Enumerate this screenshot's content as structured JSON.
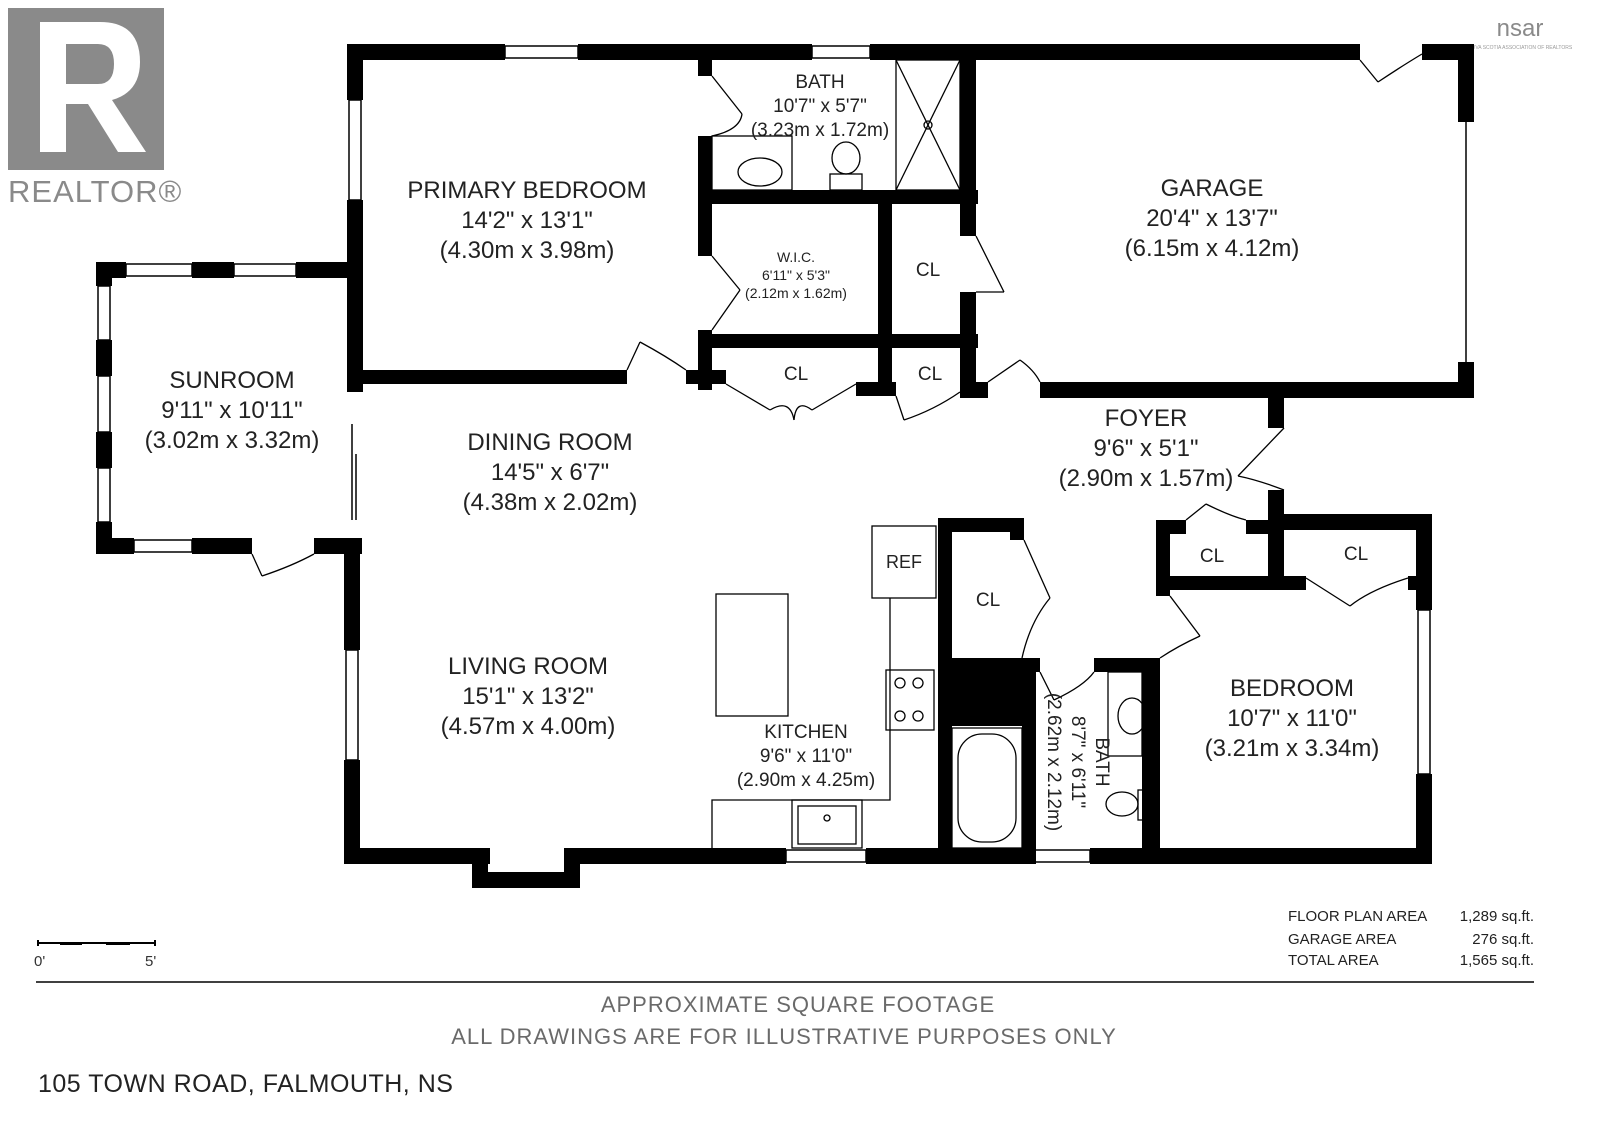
{
  "branding": {
    "realtor_text": "REALTOR®",
    "nsar_text": "nsar",
    "nsar_subtext": "NOVA SCOTIA ASSOCIATION OF REALTORS"
  },
  "rooms": {
    "primary_bedroom": {
      "name": "PRIMARY BEDROOM",
      "imperial": "14'2\" x 13'1\"",
      "metric": "(4.30m x 3.98m)"
    },
    "bath_1": {
      "name": "BATH",
      "imperial": "10'7\" x 5'7\"",
      "metric": "(3.23m x 1.72m)"
    },
    "garage": {
      "name": "GARAGE",
      "imperial": "20'4\" x 13'7\"",
      "metric": "(6.15m x 4.12m)"
    },
    "wic": {
      "name": "W.I.C.",
      "imperial": "6'11\" x 5'3\"",
      "metric": "(2.12m x 1.62m)"
    },
    "sunroom": {
      "name": "SUNROOM",
      "imperial": "9'11\" x 10'11\"",
      "metric": "(3.02m x 3.32m)"
    },
    "dining_room": {
      "name": "DINING ROOM",
      "imperial": "14'5\" x 6'7\"",
      "metric": "(4.38m x 2.02m)"
    },
    "foyer": {
      "name": "FOYER",
      "imperial": "9'6\" x 5'1\"",
      "metric": "(2.90m x 1.57m)"
    },
    "living_room": {
      "name": "LIVING ROOM",
      "imperial": "15'1\" x 13'2\"",
      "metric": "(4.57m x 4.00m)"
    },
    "kitchen": {
      "name": "KITCHEN",
      "imperial": "9'6\" x 11'0\"",
      "metric": "(2.90m x 4.25m)"
    },
    "bath_2": {
      "name": "BATH",
      "imperial": "8'7\" x 6'11\"",
      "metric": "(2.62m x 2.12m)"
    },
    "bedroom": {
      "name": "BEDROOM",
      "imperial": "10'7\" x 11'0\"",
      "metric": "(3.21m x 3.34m)"
    }
  },
  "closets": {
    "cl_garage": "CL",
    "cl_hall_left": "CL",
    "cl_hall_right": "CL",
    "cl_kitchen": "CL",
    "cl_bed_left": "CL",
    "cl_bed_right": "CL"
  },
  "fixtures": {
    "ref": "REF"
  },
  "areas": {
    "floor_plan": {
      "label": "FLOOR PLAN AREA",
      "value": "1,289 sq.ft."
    },
    "garage": {
      "label": "GARAGE AREA",
      "value": "276 sq.ft."
    },
    "total": {
      "label": "TOTAL AREA",
      "value": "1,565 sq.ft."
    }
  },
  "scale": {
    "start": "0'",
    "end": "5'"
  },
  "disclaimer": {
    "line1": "APPROXIMATE SQUARE FOOTAGE",
    "line2": "ALL DRAWINGS ARE FOR ILLUSTRATIVE PURPOSES ONLY"
  },
  "address": "105 TOWN ROAD, FALMOUTH, NS",
  "colors": {
    "wall": "#000000",
    "logo_gray": "#8a8a8a",
    "disclaimer_gray": "#6a6a6a"
  }
}
